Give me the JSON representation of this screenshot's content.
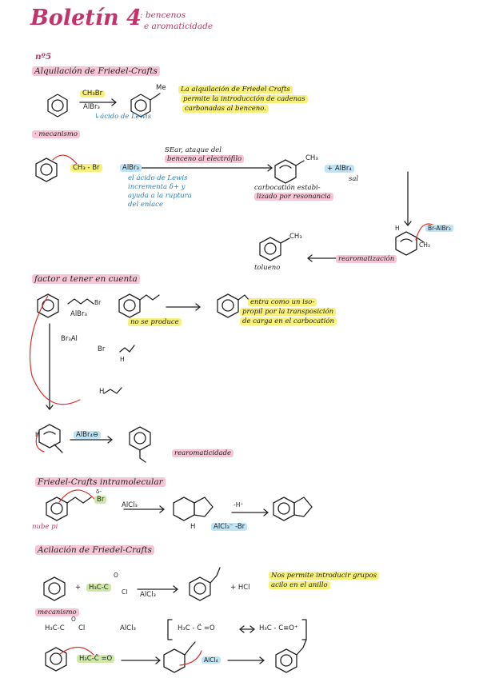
{
  "header": {
    "title": "Boletín 4",
    "subtitle_line1": ": bencenos",
    "subtitle_line2": "e aromaticidade",
    "number": "nº5"
  },
  "section1": {
    "heading": "Alquilación de Friedel-Crafts",
    "reagent_top": "CH₃Br",
    "reagent_bottom": "AlBr₃",
    "reagent_note": "↳ácido de Lewis",
    "product_label": "Me",
    "description_l1": "La alquilación de Friedel Crafts",
    "description_l2": "permite la introducción de cadenas",
    "description_l3": "carbonadas al benceno."
  },
  "mechanism1": {
    "heading": "· mecanismo",
    "reactant": "CH₃ - Br",
    "lewis": "AlBr₃",
    "lewis_note_l1": "el ácido de Lewis",
    "lewis_note_l2": "incrementa δ+ y",
    "lewis_note_l3": "ayuda a la ruptura",
    "lewis_note_l4": "del enlace",
    "step_note_l1": "SEar, ataque del",
    "step_note_l2": "benceno al electrófilo",
    "carbocation_ch3": "CH₃",
    "plus_albr4": "+ AlBr₄",
    "sal": "sal",
    "carbocation_note_l1": "carbocatión estabi-",
    "carbocation_note_l2": "lizado por resonancia",
    "br_albr3": "Br-AlBr₃",
    "h_label": "H",
    "ch3_label": "CH₃",
    "rearomatization": "rearomatización",
    "toluene_ch3": "CH₃",
    "toluene": "tolueno"
  },
  "section2": {
    "heading": "factor a tener en cuenta",
    "reagent_br": "Br",
    "reagent_lewis": "AlBr₃",
    "no_product": "no se produce",
    "note_l1": "entra como un iso-",
    "note_l2": "propil por la transposición",
    "note_l3": "de carga en el carbocatión",
    "br3al": "Br₃Al",
    "br": "Br",
    "h1": "H",
    "h2": "H",
    "h3": "H",
    "albr4": "AlBr₄⊖",
    "rearomaticity": "rearomaticidade"
  },
  "section3": {
    "heading": "Friedel-Crafts intramolecular",
    "delta": "δ-",
    "br": "Br",
    "alcl3": "AlCl₃",
    "pi_cloud": "nube pi",
    "h": "H",
    "byproducts_top": "-H⁺",
    "byproducts": "AlCl₃⁻ -Br"
  },
  "section4": {
    "heading": "Acilación de Friedel-Crafts",
    "plus": "+",
    "acyl": "H₃C-C",
    "o_label": "O",
    "cl": "Cl",
    "alcl3": "AlCl₃",
    "hcl": "+ HCl",
    "note_l1": "Nos permite introducir grupos",
    "note_l2": "acilo en el anillo"
  },
  "mechanism2": {
    "heading": "mecanismo",
    "acyl_chloride": "H₃C-C",
    "o": "O",
    "cl": "Cl",
    "alcl3": "AlCl₃",
    "resonance_a": "H₃C - C̈ =O",
    "resonance_b": "H₃C - C≡O⁺",
    "acylium": "H₃C-C̈ =O",
    "alcl4": "AlCl₄"
  }
}
